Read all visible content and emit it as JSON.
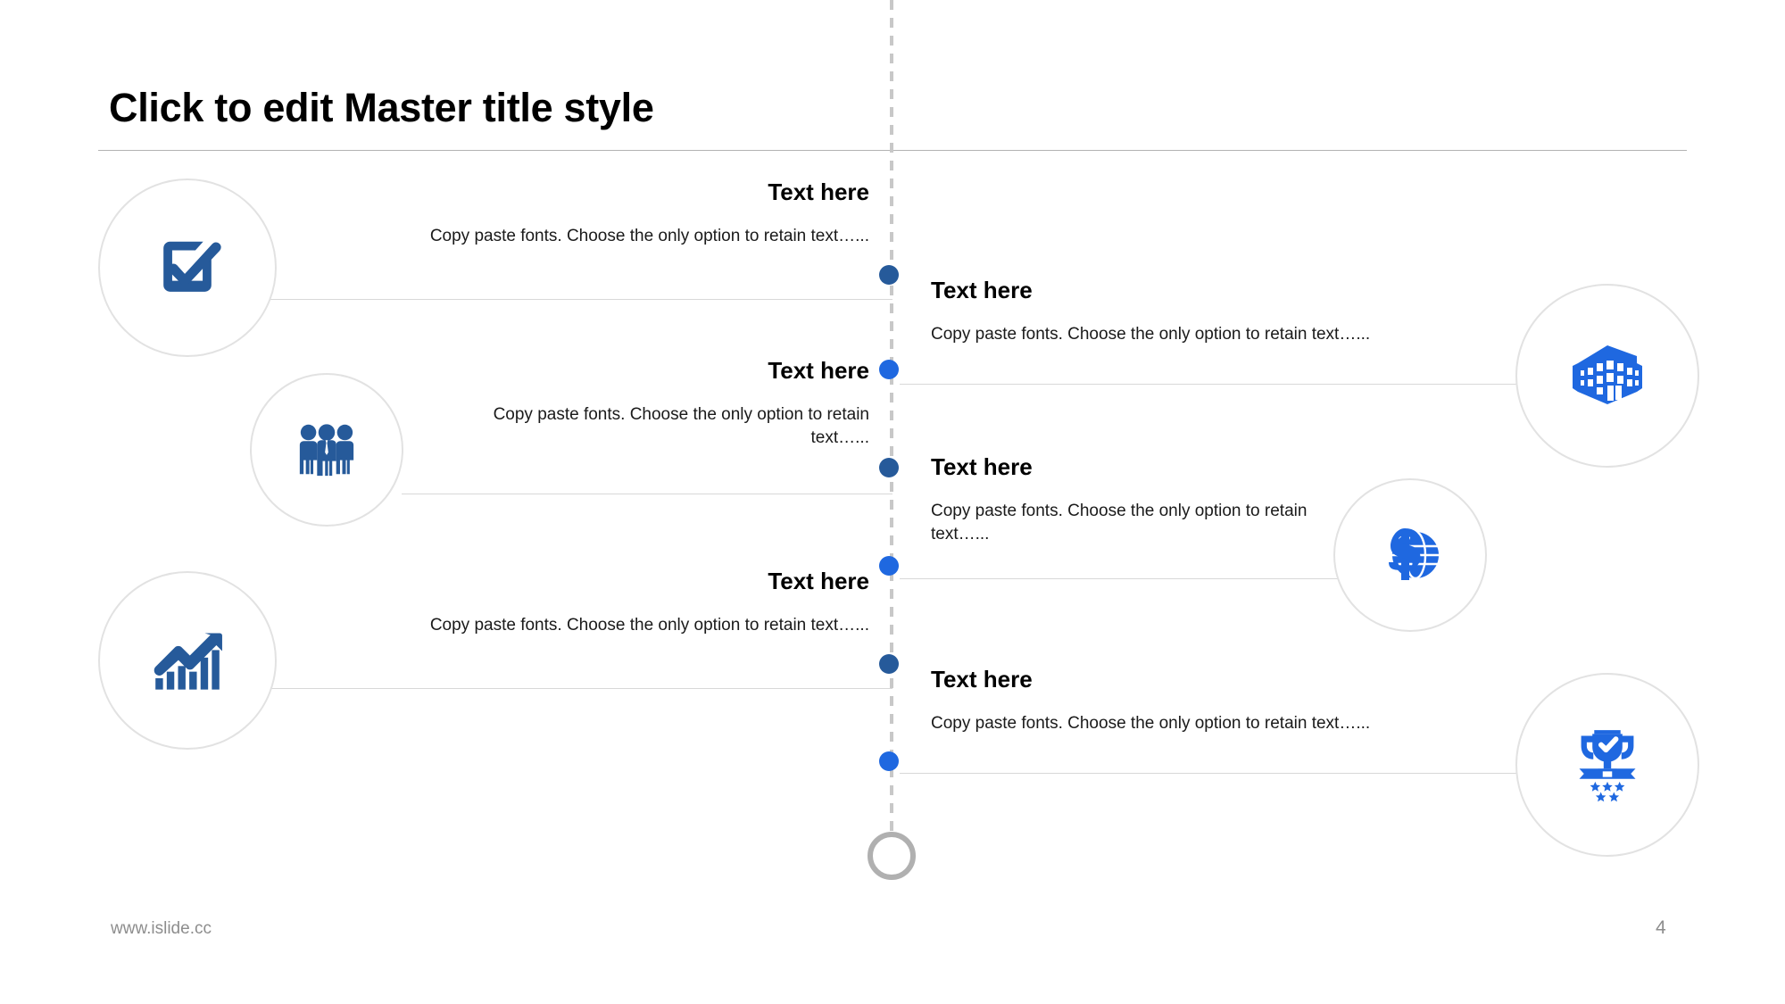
{
  "slide": {
    "title": "Click to edit Master title style",
    "page_number": "4",
    "footer_url": "www.islide.cc"
  },
  "colors": {
    "icon_dark_blue": "#265a9a",
    "icon_bright_blue": "#1f68e0",
    "node_dark": "#265a9a",
    "node_bright": "#1f68e0",
    "hairline": "#d8d8d8",
    "circle_stroke": "#e2e2e2",
    "rule": "#b3b3b3",
    "muted_text": "#8d8d8d"
  },
  "body_text": "Copy paste fonts. Choose the only option to retain text…...",
  "left_items": [
    {
      "heading": "Text here",
      "body": "Copy paste fonts. Choose the only option to retain text…...",
      "icon": "checkbox-check-icon"
    },
    {
      "heading": "Text here",
      "body": "Copy paste fonts. Choose the only option to retain text…...",
      "icon": "team-people-icon"
    },
    {
      "heading": "Text here",
      "body": "Copy paste fonts. Choose the only option to retain text…...",
      "icon": "growth-chart-icon"
    }
  ],
  "right_items": [
    {
      "heading": "Text here",
      "body": "Copy paste fonts. Choose the only option to retain text…...",
      "icon": "office-building-icon"
    },
    {
      "heading": "Text here",
      "body": "Copy paste fonts. Choose the only option to retain text…...",
      "icon": "dollar-globe-icon"
    },
    {
      "heading": "Text here",
      "body": "Copy paste fonts. Choose the only option to retain text…...",
      "icon": "trophy-award-icon"
    }
  ]
}
